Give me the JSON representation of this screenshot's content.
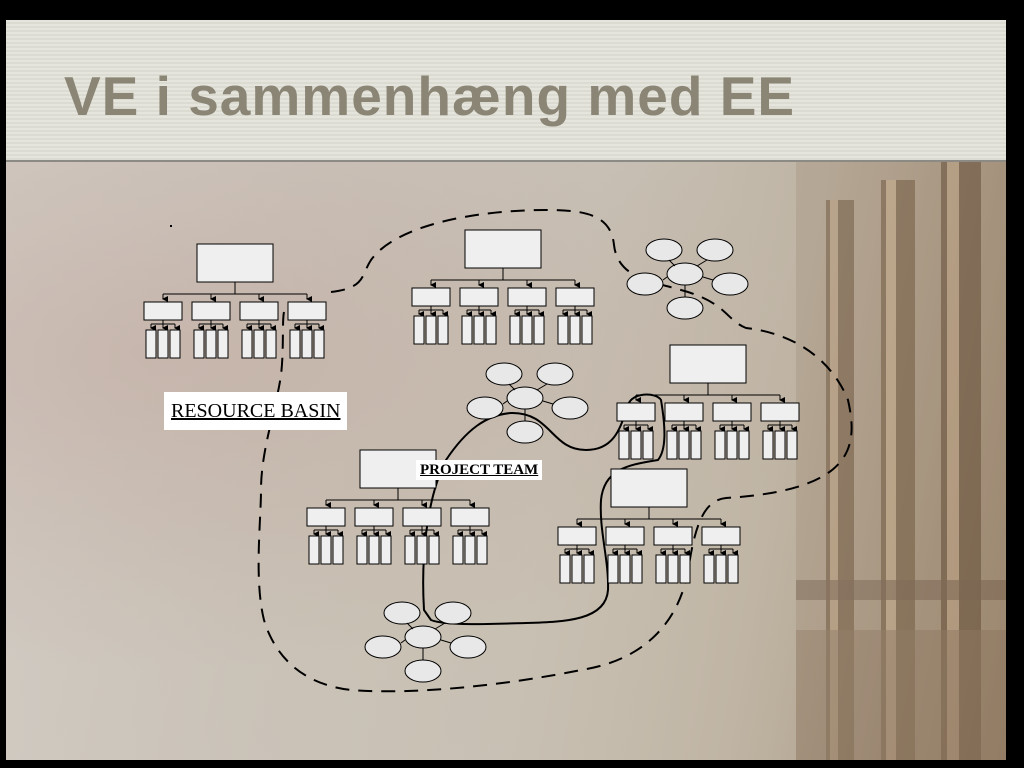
{
  "slide": {
    "title": "VE i sammenhæng med EE"
  },
  "diagram": {
    "resource_basin_label": "RESOURCE BASIN",
    "project_team_label": "PROJECT TEAM",
    "colors": {
      "title_text": "#8a8575",
      "box_fill": "#efefef",
      "stroke": "#000000",
      "bubble_fill": "#e8e8e8"
    }
  }
}
